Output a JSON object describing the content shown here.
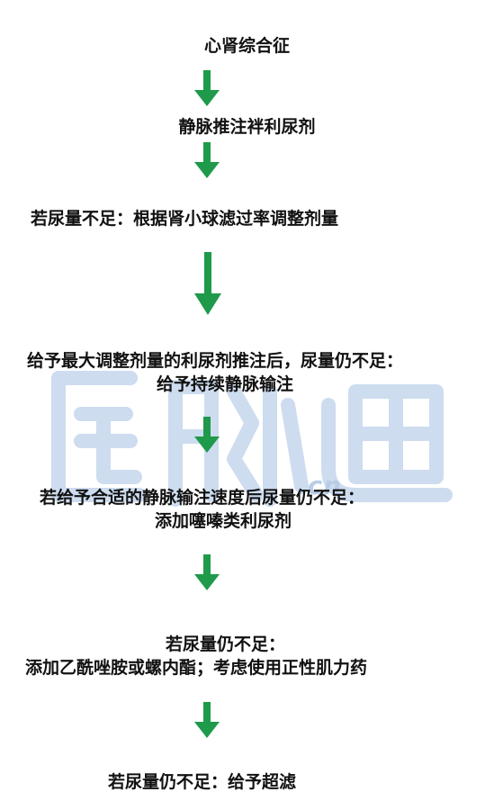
{
  "flowchart": {
    "steps": [
      {
        "lines": [
          "心肾综合征"
        ]
      },
      {
        "lines": [
          "静脉推注袢利尿剂"
        ]
      },
      {
        "lines": [
          "若尿量不足：根据肾小球滤过率调整剂量"
        ]
      },
      {
        "lines": [
          "给予最大调整剂量的利尿剂推注后，尿量仍不足：",
          "给予持续静脉输注"
        ]
      },
      {
        "lines": [
          "若给予合适的静脉输注速度后尿量仍不足：",
          "添加噻嗪类利尿剂"
        ]
      },
      {
        "lines": [
          "若尿量仍不足：",
          "添加乙酰唑胺或螺内酯；考虑使用正性肌力药"
        ]
      },
      {
        "lines": [
          "若尿量仍不足：给予超滤"
        ]
      }
    ],
    "arrow_color": "#1e9a4a"
  },
  "watermark": {
    "domain_text": ".cn"
  }
}
